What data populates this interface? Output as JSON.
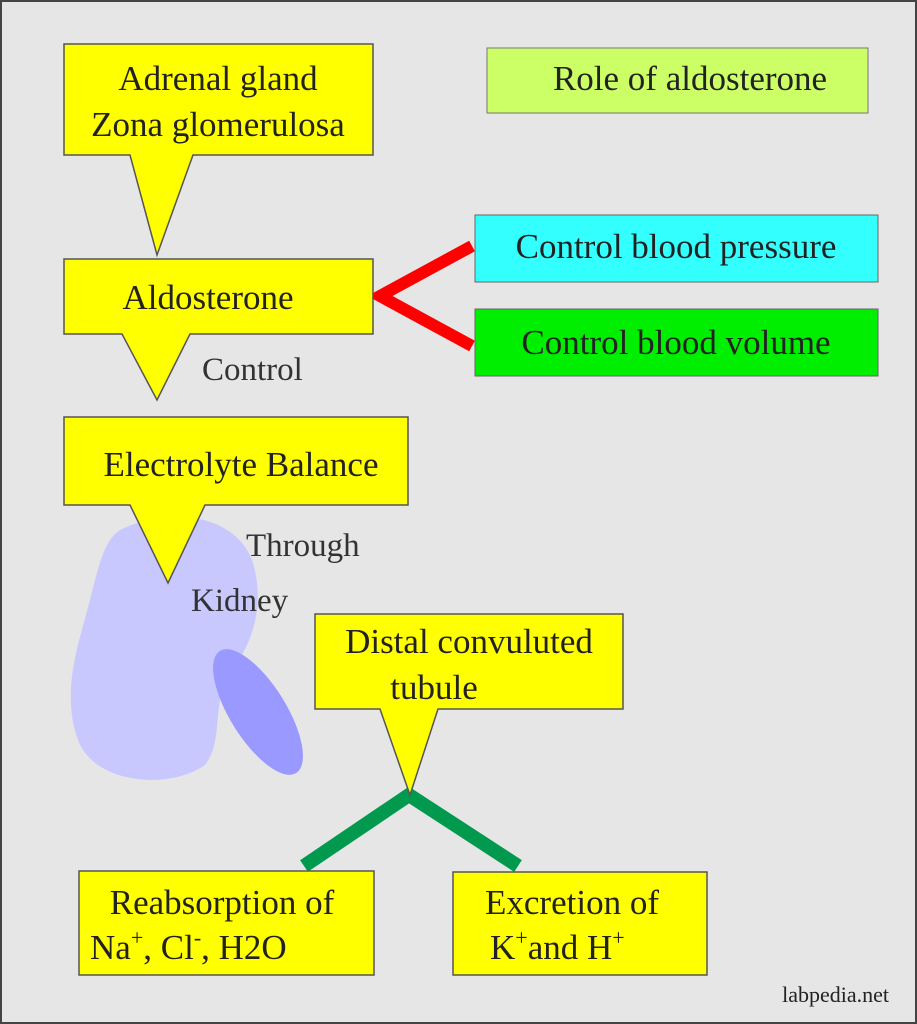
{
  "title": "Role of aldosterone",
  "nodes": {
    "adrenal_line1": "Adrenal gland",
    "adrenal_line2": "Zona glomerulosa",
    "aldosterone": "Aldosterone",
    "electrolyte": "Electrolyte Balance",
    "distal_line1": "Distal convuluted",
    "distal_line2": "tubule",
    "bp": "Control blood pressure",
    "bv": "Control blood volume",
    "reab_line1": "Reabsorption of",
    "reab_na": "Na",
    "reab_cl": ", Cl",
    "reab_h2o": ", H2O",
    "excr_line1": "Excretion of",
    "excr_k": "K",
    "excr_and": "and H"
  },
  "superscripts": {
    "plus": "+",
    "minus": "-"
  },
  "connector_labels": {
    "control": "Control",
    "through": "Through",
    "kidney": "Kidney"
  },
  "watermark": "labpedia.net",
  "colors": {
    "background": "#e6e6e6",
    "callout_yellow": "#ffff00",
    "title_box": "#ccff66",
    "cyan_box": "#33ffff",
    "green_box": "#00ee00",
    "red_branch": "#ff0000",
    "green_branch": "#00994d",
    "kidney_light": "#c8c8ff",
    "kidney_dark": "#9999ff"
  },
  "icons": {
    "kidney": "kidney-shape"
  }
}
